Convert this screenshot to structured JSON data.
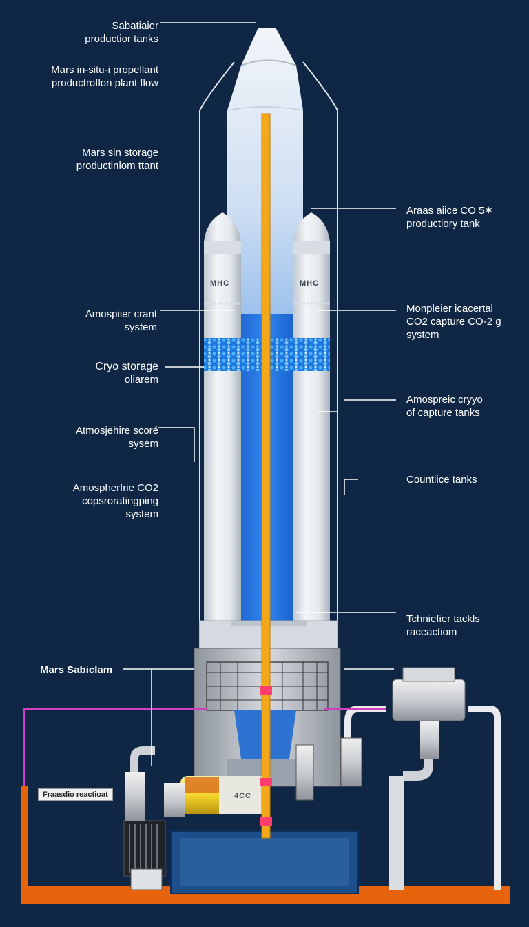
{
  "labels_left": [
    {
      "line1": "Sabatiaier",
      "line2": "productior tanks"
    },
    {
      "line1": "Mars in-situ-i propellant",
      "line2": "productroflon plant flow"
    },
    {
      "line1": "Mars sin storage",
      "line2": "productinlom ttant"
    },
    {
      "line1": "Amospiier crant",
      "line2": "system"
    },
    {
      "line1": "Cryo storage",
      "line2": "oliarem"
    },
    {
      "line1": "Atmosjehire scoré",
      "line2": "sysem"
    },
    {
      "line1": "Amospherfrie CO2",
      "line2": "copsroratingping",
      "line3": "system"
    },
    {
      "line1": "Mars Sabiclam"
    }
  ],
  "labels_right": [
    {
      "line1": "Araas aiice CO 5✶",
      "line2": "productiory tank"
    },
    {
      "line1": "Monpleier icacertal",
      "line2": "CO2 capture CO-2  ɡ",
      "line3": "system"
    },
    {
      "line1": "Amospreic cryyo",
      "line2": "of capture tanks"
    },
    {
      "line1": "Countiice tanks"
    },
    {
      "line1": "Tchniefier tackls",
      "line2": "raceactiom"
    }
  ],
  "tank_marks": [
    "MHC",
    "MHC"
  ],
  "reactor_tag": "Fraasdio reactioat",
  "cylinder_mark": "4CC",
  "colors": {
    "background": "#0f2744",
    "tank_white": "#e8ecf0",
    "propellant_blue": "#1e6fd6",
    "pipe_orange": "#f0a020",
    "pipe_magenta": "#d040c0",
    "base_orange": "#e8640c",
    "base_blue": "#1e4f8a"
  },
  "icons": [
    "rocket-tank-icon",
    "side-tank-icon",
    "pump-icon",
    "reactor-icon"
  ]
}
